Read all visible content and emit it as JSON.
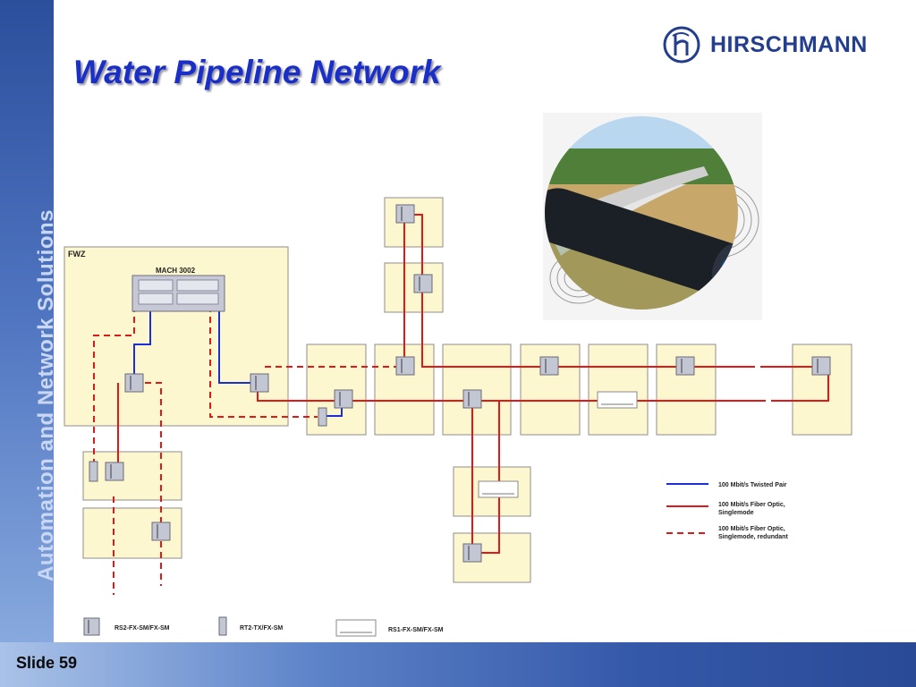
{
  "slide": {
    "title": "Water Pipeline Network",
    "sidebar_text": "Automation and Network Solutions",
    "slide_number": "Slide 59",
    "brand": "HIRSCHMANN",
    "logo_icon": "hirschmann-h-icon"
  },
  "diagram": {
    "zone_label": "FWZ",
    "chassis_label": "MACH 3002",
    "legend": [
      {
        "line1": "100 Mbit/s Twisted Pair",
        "line2": "",
        "color": "#1a2fd6",
        "style": "solid"
      },
      {
        "line1": "100 Mbit/s Fiber Optic,",
        "line2": "Singlemode",
        "color": "#e01818",
        "style": "solid"
      },
      {
        "line1": "100 Mbit/s Fiber Optic,",
        "line2": "Singlemode, redundant",
        "color": "#e01818",
        "style": "dashed"
      }
    ],
    "device_key": [
      {
        "label": "RS2-FX-SM/FX-SM",
        "icon": "switch-icon"
      },
      {
        "label": "RT2-TX/FX-SM",
        "icon": "transceiver-icon"
      },
      {
        "label": "RS1-FX-SM/FX-SM",
        "icon": "rail-switch-icon"
      }
    ],
    "colors": {
      "box_fill": "#fdf7cf",
      "twisted_pair": "#1a2fd6",
      "fiber": "#e01818"
    }
  },
  "photo": {
    "icon": "pipeline-photo"
  }
}
